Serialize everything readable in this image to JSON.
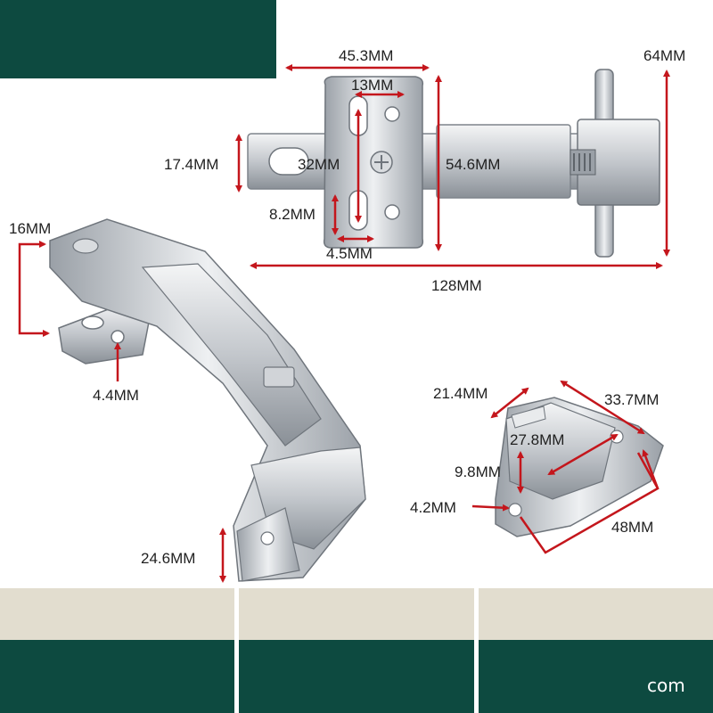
{
  "colors": {
    "dim": "#c4161c",
    "label": "#1f1f1f",
    "teal": "#0d4a40",
    "beige": "#e2ddcf",
    "metal_light": "#e6e8ea",
    "metal_mid": "#b9bdc2",
    "metal_dark": "#7e848b"
  },
  "dimensions": {
    "top_width": "45.3MM",
    "top_hole_spacing": "13MM",
    "top_height": "64MM",
    "arm_height": "17.4MM",
    "slot_length": "32MM",
    "plate_height": "54.6MM",
    "slot_offset": "8.2MM",
    "slot_width": "4.5MM",
    "total_length": "128MM",
    "side_height": "16MM",
    "side_hole": "4.4MM",
    "cup_depth": "24.6MM",
    "plate_width": "21.4MM",
    "plate_depth": "33.7MM",
    "plate_inner": "27.8MM",
    "plate_rise": "9.8MM",
    "plate_hole": "4.2MM",
    "plate_length": "48MM"
  },
  "footer": {
    "domain_fragment": "com"
  }
}
